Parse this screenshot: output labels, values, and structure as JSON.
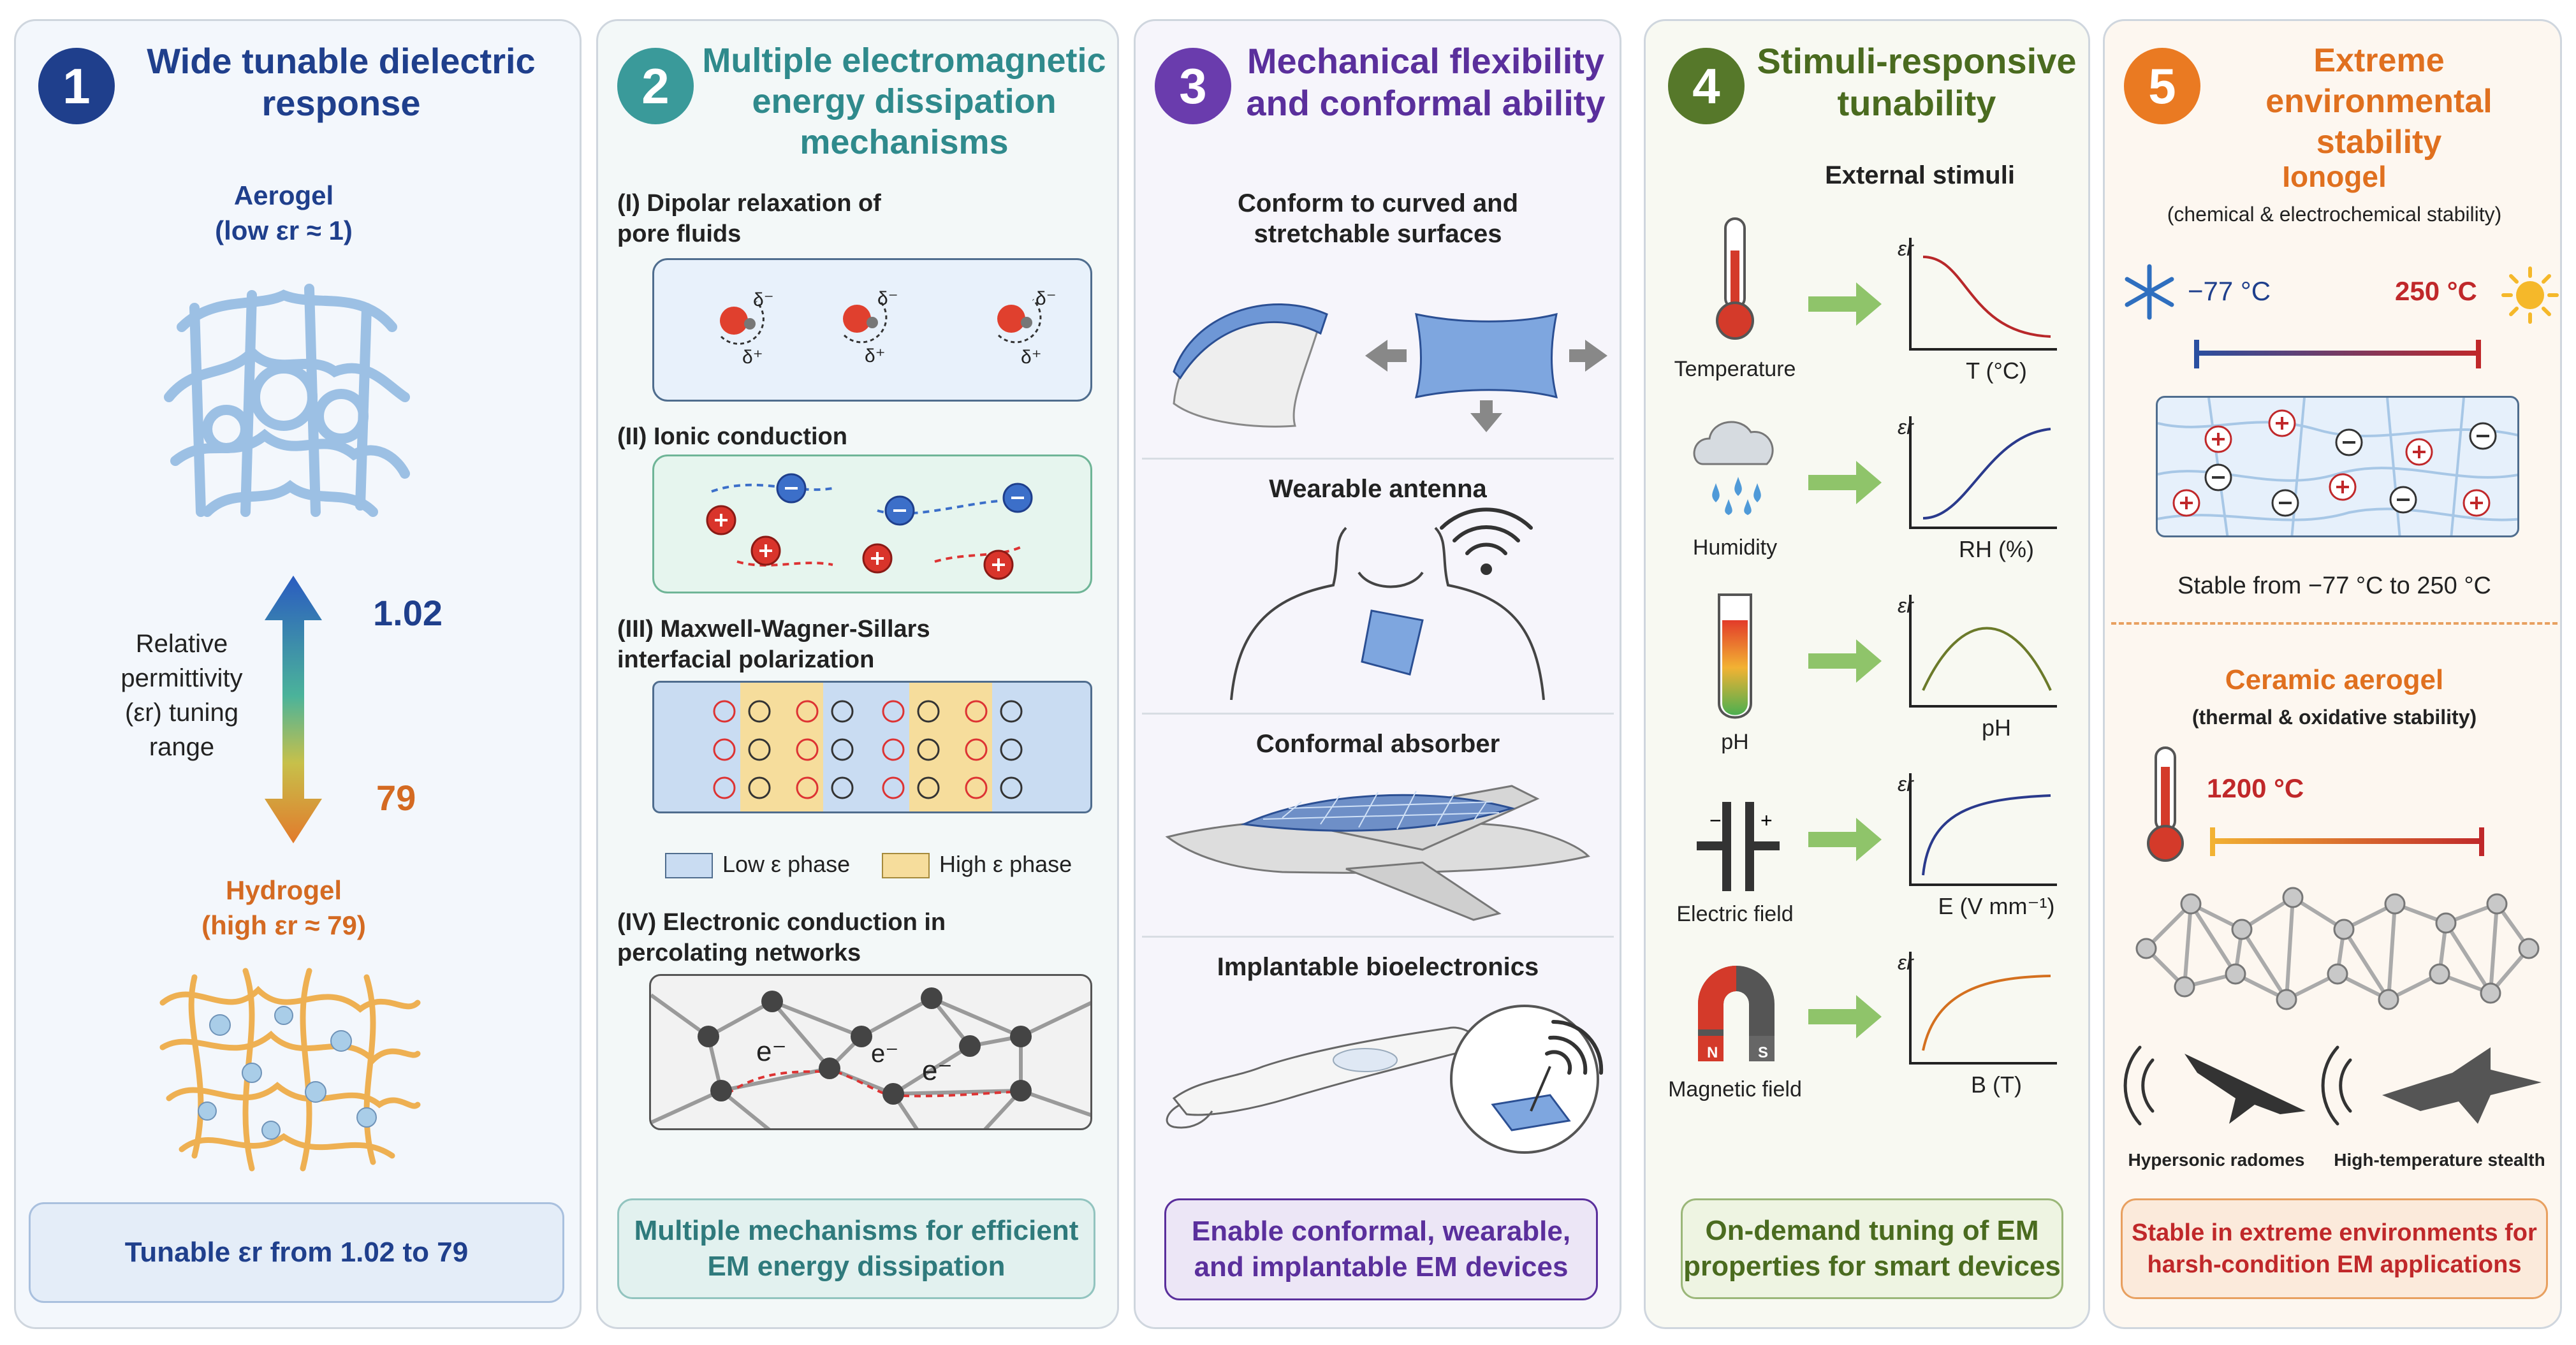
{
  "panel1": {
    "number": "1",
    "title": "Wide tunable dielectric response",
    "aerogel": "Aerogel",
    "aerogel_eps": "(low εr ≈ 1)",
    "range_label": "Relative permittivity (εr) tuning range",
    "value_low": "1.02",
    "value_high": "79",
    "hydrogel": "Hydrogel",
    "hydrogel_eps": "(high εr ≈ 79)",
    "footer": "Tunable εr from 1.02 to 79",
    "color": "#1f3f8c"
  },
  "panel2": {
    "number": "2",
    "title": "Multiple electromagnetic energy dissipation mechanisms",
    "m1": "(I) Dipolar relaxation of pore fluids",
    "m2": "(II) Ionic conduction",
    "m3": "(III) Maxwell-Wagner-Sillars interfacial polarization",
    "legend_low": "Low ε phase",
    "legend_high": "High ε phase",
    "m4": "(IV) Electronic conduction in percolating networks",
    "delta_minus": "δ⁻",
    "delta_plus": "δ⁺",
    "electron": "e⁻",
    "footer": "Multiple mechanisms for efficient EM energy dissipation",
    "color": "#2f8a8c"
  },
  "panel3": {
    "number": "3",
    "title": "Mechanical flexibility and conformal ability",
    "s1": "Conform to curved and stretchable surfaces",
    "s2": "Wearable antenna",
    "s3": "Conformal absorber",
    "s4": "Implantable bioelectronics",
    "footer": "Enable conformal, wearable, and implantable EM devices",
    "color": "#5a2f9c"
  },
  "panel4": {
    "number": "4",
    "title": "Stimuli-responsive tunability",
    "header": "External stimuli",
    "y_label": "εr",
    "stimuli": [
      {
        "name": "Temperature",
        "x_label": "T (°C)"
      },
      {
        "name": "Humidity",
        "x_label": "RH (%)"
      },
      {
        "name": "pH",
        "x_label": "pH"
      },
      {
        "name": "Electric field",
        "x_label": "E (V mm⁻¹)"
      },
      {
        "name": "Magnetic field",
        "x_label": "B (T)"
      }
    ],
    "magnet_n": "N",
    "magnet_s": "S",
    "footer": "On-demand tuning of EM properties for smart devices",
    "color": "#4a6b1f"
  },
  "panel5": {
    "number": "5",
    "title": "Extreme environmental stability",
    "ionogel": "Ionogel",
    "ionogel_sub": "(chemical & electrochemical stability)",
    "t_low": "−77 °C",
    "t_high": "250 °C",
    "ionogel_range": "Stable from −77 °C to 250 °C",
    "ceramic": "Ceramic aerogel",
    "ceramic_sub": "(thermal & oxidative stability)",
    "t_ceramic": "1200 °C",
    "app1": "Hypersonic radomes",
    "app2": "High-temperature stealth",
    "footer": "Stable in extreme environments for harsh-condition EM applications",
    "color": "#e0701f"
  }
}
